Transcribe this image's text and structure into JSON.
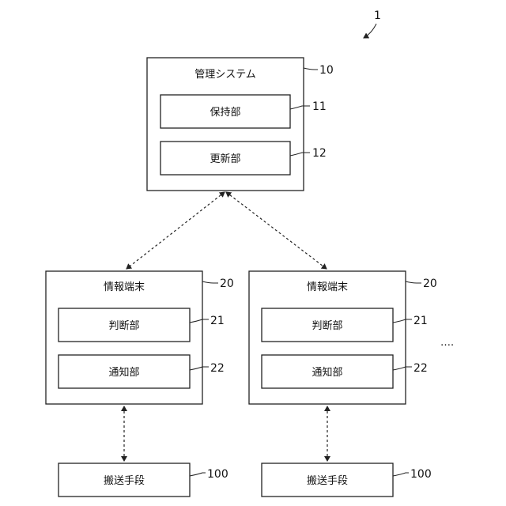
{
  "figure_number": "1",
  "management": {
    "title": "管理システム",
    "ref": "10",
    "holding_unit": {
      "label": "保持部",
      "ref": "11"
    },
    "update_unit": {
      "label": "更新部",
      "ref": "12"
    }
  },
  "terminals": [
    {
      "title": "情報端末",
      "ref": "20",
      "judge_unit": {
        "label": "判断部",
        "ref": "21"
      },
      "notify_unit": {
        "label": "通知部",
        "ref": "22"
      },
      "transport": {
        "label": "搬送手段",
        "ref": "100"
      }
    },
    {
      "title": "情報端末",
      "ref": "20",
      "judge_unit": {
        "label": "判断部",
        "ref": "21"
      },
      "notify_unit": {
        "label": "通知部",
        "ref": "22"
      },
      "transport": {
        "label": "搬送手段",
        "ref": "100"
      }
    }
  ],
  "ellipsis": "….",
  "colors": {
    "line": "#222222",
    "background": "#ffffff"
  }
}
